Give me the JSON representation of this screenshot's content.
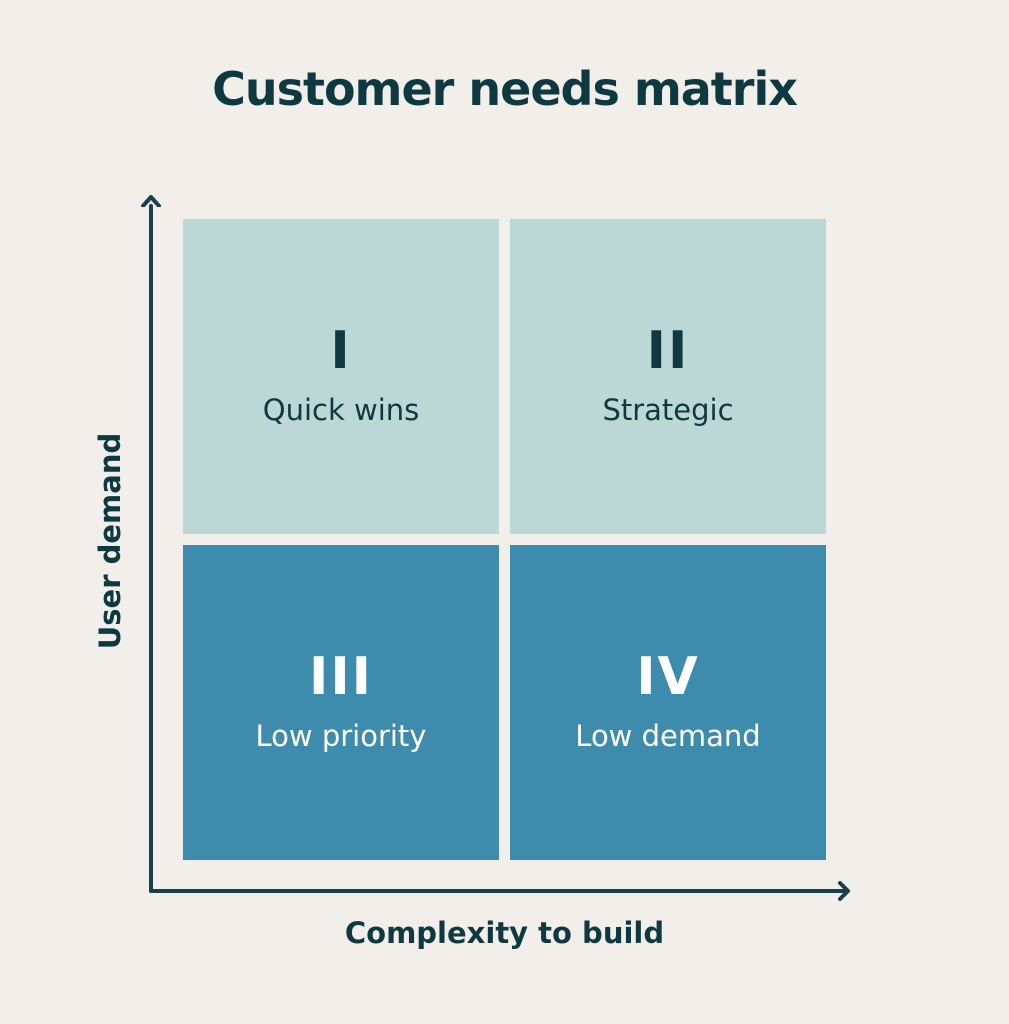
{
  "title": "Customer needs matrix",
  "colors": {
    "background": "#f2efeb",
    "quadrant_light": "#bcd8d6",
    "quadrant_dark": "#3e8cad",
    "ink": "#0f3940",
    "dark_quadrant_text": "#ffffff"
  },
  "axes": {
    "x_label": "Complexity to build",
    "y_label": "User demand"
  },
  "chart": {
    "type": "quadrant-matrix",
    "quadrants": [
      {
        "numeral": "I",
        "label": "Quick wins",
        "position": "top-left",
        "tone": "light"
      },
      {
        "numeral": "II",
        "label": "Strategic",
        "position": "top-right",
        "tone": "light"
      },
      {
        "numeral": "III",
        "label": "Low priority",
        "position": "bottom-left",
        "tone": "dark"
      },
      {
        "numeral": "IV",
        "label": "Low demand",
        "position": "bottom-right",
        "tone": "dark"
      }
    ]
  }
}
